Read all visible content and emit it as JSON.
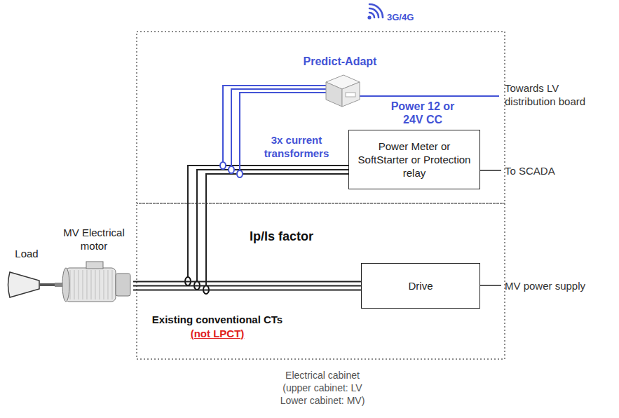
{
  "diagram": {
    "nodes": [
      {
        "text": [
          "Predict-Adapt"
        ]
      },
      {
        "text": [
          "Power Meter or SoftStarter or Protection relay"
        ]
      },
      {
        "text": [
          "Load"
        ]
      },
      {
        "text": [
          "MV Electrical motor"
        ]
      },
      {
        "text": [
          "Drive"
        ]
      }
    ],
    "edges": [
      {
        "from": 2,
        "to": 3,
        "arrow": "none"
      },
      {
        "from": 3,
        "to": 4,
        "arrow": "none"
      }
    ],
    "labels": [
      "3G/4G",
      "3x current transformers",
      "Power 12 or 24V CC",
      "Towards LV distribution board",
      "To SCADA",
      "Ip/Is factor",
      "Existing conventional CTs",
      "(not LPCT)",
      "MV power supply",
      "Electrical cabinet (upper cabinet: LV Lower cabinet: MV)"
    ]
  }
}
